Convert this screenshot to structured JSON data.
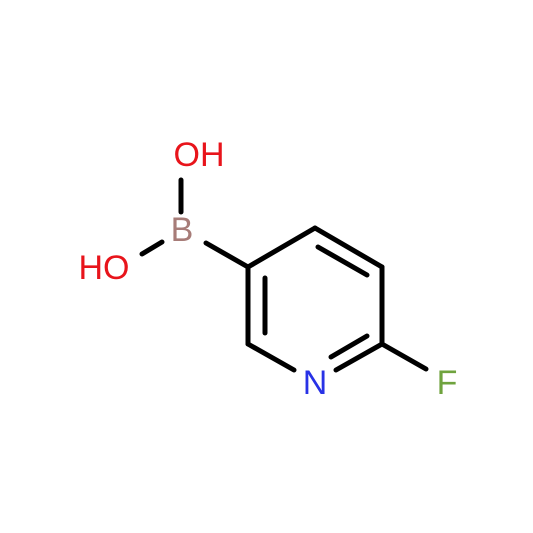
{
  "molecule": {
    "atoms": {
      "oh_top": {
        "text": "OH",
        "color": "#e8141b"
      },
      "ho_left": {
        "text": "HO",
        "color": "#e8141b"
      },
      "boron": {
        "text": "B",
        "color": "#a77c78"
      },
      "nitrogen": {
        "text": "N",
        "color": "#2832e6"
      },
      "fluorine": {
        "text": "F",
        "color": "#6fa33e"
      }
    },
    "bond_color": "#000000"
  }
}
